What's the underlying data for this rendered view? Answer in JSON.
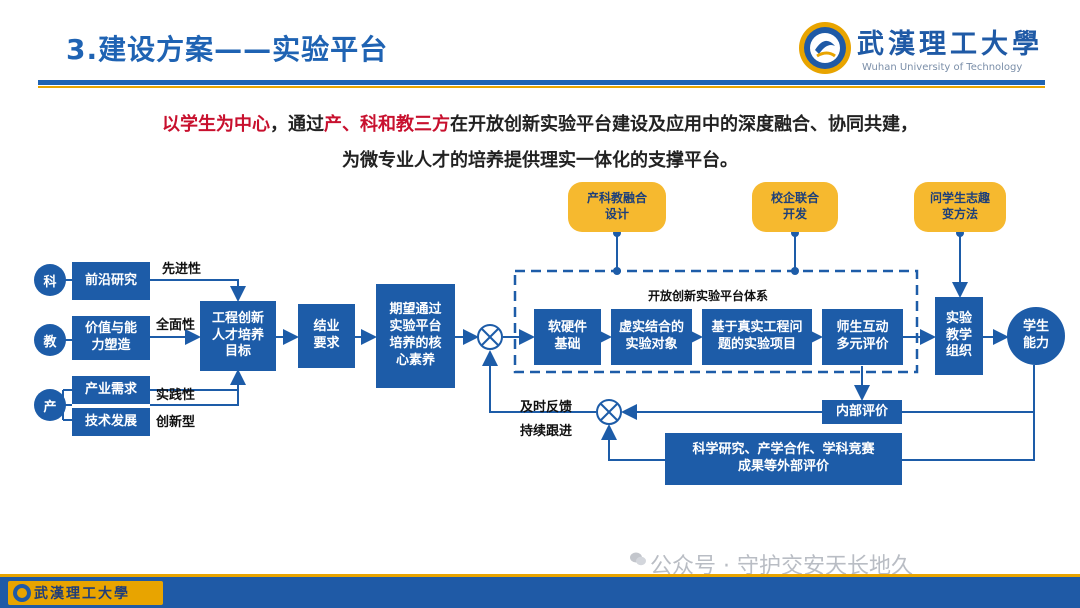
{
  "header": {
    "title": "3.建设方案——实验平台",
    "logo_text": "武漢理工大學",
    "logo_sub": "Wuhan University of Technology"
  },
  "intro": {
    "red1": "以学生为中心",
    "t1": "，通过",
    "red2": "产、科和教三方",
    "t2": "在开放创新实验平台建设及应用中的深度融合、协同共建，",
    "line2": "为微专业人才的培养提供理实一体化的支撑平台。"
  },
  "diagram": {
    "left_circles": [
      "科",
      "教",
      "产"
    ],
    "left_boxes": [
      "前沿研究",
      "价值与能力塑造",
      "产业需求",
      "技术发展"
    ],
    "left_labels": [
      "先进性",
      "全面性",
      "实践性",
      "创新型"
    ],
    "eng_box": "工程创新人才培养目标",
    "grad_box": "结业要求",
    "expect_box": "期望通过实验平台培养的核心素养",
    "platform_title": "开放创新实验平台体系",
    "platform_boxes": [
      "软硬件基础",
      "虚实结合的实验对象",
      "基于真实工程问题的实验项目",
      "师生互动多元评价"
    ],
    "pills": [
      "产科教融合设计",
      "校企联合开发",
      "问学生志趣变方法"
    ],
    "teach_box": "实验教学组织",
    "student_circle": "学生能力",
    "internal_eval": "内部评价",
    "external_eval": "科学研究、产学合作、学科竞赛成果等外部评价",
    "feedback1": "及时反馈",
    "feedback2": "持续跟进"
  },
  "footer": {
    "logo_text": "武漢理工大學",
    "watermark": "公众号 · 守护交安天长地久"
  },
  "colors": {
    "primary": "#1d5ca8",
    "accent": "#f6b92f",
    "emphasis": "#c8102e"
  }
}
